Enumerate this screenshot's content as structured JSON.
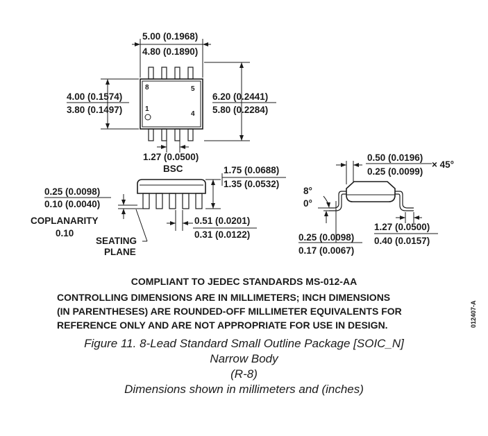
{
  "dimensions": {
    "body_length_max": "5.00 (0.1968)",
    "body_length_min": "4.80 (0.1890)",
    "body_width_max": "4.00 (0.1574)",
    "body_width_min": "3.80 (0.1497)",
    "overall_width_max": "6.20 (0.2441)",
    "overall_width_min": "5.80 (0.2284)",
    "pitch": "1.27 (0.0500)",
    "pitch_note": "BSC",
    "height_max": "1.75 (0.0688)",
    "height_min": "1.35 (0.0532)",
    "standoff_max": "0.25 (0.0098)",
    "standoff_min": "0.10 (0.0040)",
    "lead_width_max": "0.51 (0.0201)",
    "lead_width_min": "0.31 (0.0122)",
    "coplanarity_label": "COPLANARITY",
    "coplanarity_value": "0.10",
    "seating_plane_line1": "SEATING",
    "seating_plane_line2": "PLANE",
    "chamfer_max": "0.50 (0.0196)",
    "chamfer_min": "0.25 (0.0099)",
    "chamfer_angle": "× 45°",
    "foot_angle_max": "8°",
    "foot_angle_min": "0°",
    "lead_thickness_max": "0.25 (0.0098)",
    "lead_thickness_min": "0.17 (0.0067)",
    "foot_length_max": "1.27 (0.0500)",
    "foot_length_min": "0.40 (0.0157)"
  },
  "pin_labels": {
    "pin8": "8",
    "pin5": "5",
    "pin1": "1",
    "pin4": "4"
  },
  "notes": {
    "line1": "COMPLIANT TO JEDEC STANDARDS MS-012-AA",
    "line2": "CONTROLLING DIMENSIONS ARE IN MILLIMETERS; INCH DIMENSIONS",
    "line3": "(IN PARENTHESES) ARE ROUNDED-OFF MILLIMETER EQUIVALENTS FOR",
    "line4": "REFERENCE ONLY AND ARE NOT APPROPRIATE FOR USE IN DESIGN."
  },
  "caption": {
    "line1": "Figure 11. 8-Lead Standard Small Outline Package [SOIC_N]",
    "line2": "Narrow Body",
    "line3": "(R-8)",
    "line4": "Dimensions shown in millimeters and (inches)"
  },
  "document_number": "012407-A"
}
